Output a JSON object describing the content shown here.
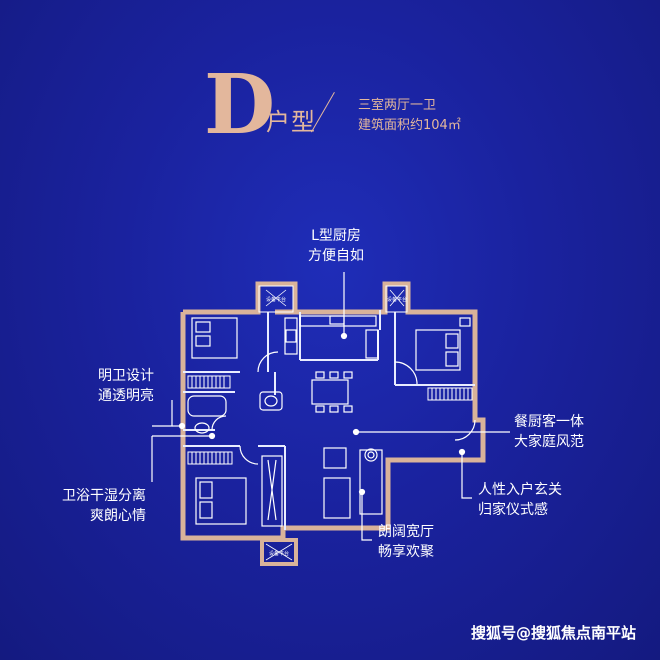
{
  "header": {
    "letter": "D",
    "type_label": "户型",
    "layout_desc": "三室两厅一卫",
    "area_desc": "建筑面积约104㎡"
  },
  "callouts": {
    "kitchen": [
      "L型厨房",
      "方便自如"
    ],
    "bathroom": [
      "明卫设计",
      "通透明亮"
    ],
    "dining": [
      "餐厨客一体",
      "大家庭风范"
    ],
    "dry_wet": [
      "卫浴干湿分离",
      "爽朗心情"
    ],
    "entrance": [
      "人性入户玄关",
      "归家仪式感"
    ],
    "living": [
      "朗阔宽厅",
      "畅享欢聚"
    ]
  },
  "plan_labels": {
    "equipment_platform": "设备平台"
  },
  "watermark": "搜狐号@搜狐焦点南平站",
  "colors": {
    "background": "#1a229e",
    "gold": "#e3b79c",
    "wall": "#d9b39a",
    "line": "#ffffff"
  }
}
